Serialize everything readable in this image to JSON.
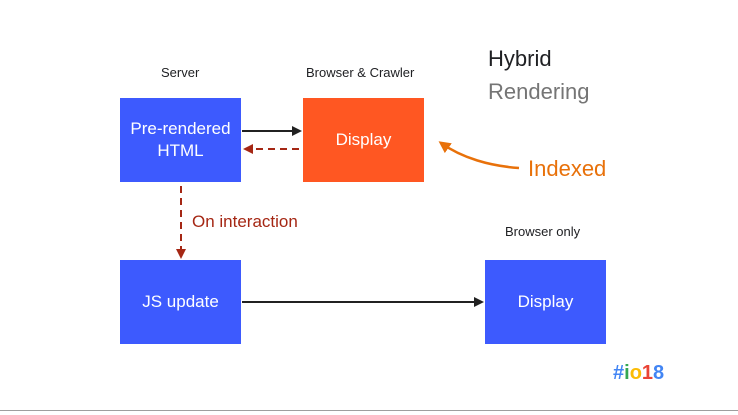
{
  "title": {
    "line1": "Hybrid",
    "line2": "Rendering"
  },
  "labels": {
    "server": "Server",
    "browser_crawler": "Browser & Crawler",
    "browser_only": "Browser only",
    "on_interaction": "On interaction",
    "indexed": "Indexed"
  },
  "boxes": {
    "prerendered_line1": "Pre-rendered",
    "prerendered_line2": "HTML",
    "display_top": "Display",
    "js_update": "JS update",
    "display_bottom": "Display"
  },
  "logo": {
    "hash": "#",
    "i": "i",
    "o": "o",
    "one": "1",
    "eight": "8"
  },
  "colors": {
    "box_blue": "#3d5afe",
    "box_orange": "#ff5722",
    "indexed_orange": "#e8710a",
    "interaction_red": "#a52714",
    "arrow_dark": "#212121"
  }
}
